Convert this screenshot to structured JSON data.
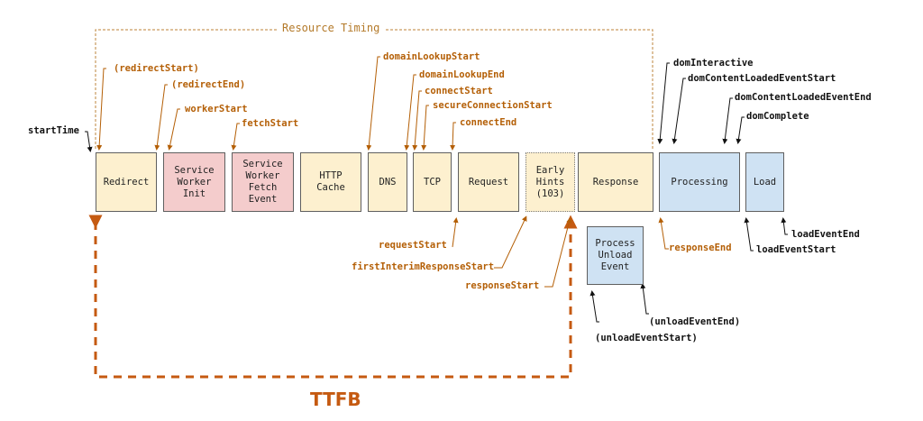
{
  "title": "Resource Timing",
  "ttfb_label": "TTFB",
  "colors": {
    "orange": "#b45f06",
    "ttfb_orange": "#c55a11",
    "resource_timing_border": "#c99a5e",
    "yellow_fill": "#fdf0cf",
    "pink_fill": "#f4cccc",
    "blue_fill": "#cfe2f3"
  },
  "boxes": [
    {
      "id": "redirect",
      "label": "Redirect",
      "color": "yellow"
    },
    {
      "id": "service-worker-init",
      "label": "Service\nWorker\nInit",
      "color": "pink"
    },
    {
      "id": "service-worker-fetch-event",
      "label": "Service\nWorker\nFetch\nEvent",
      "color": "pink"
    },
    {
      "id": "http-cache",
      "label": "HTTP\nCache",
      "color": "yellow"
    },
    {
      "id": "dns",
      "label": "DNS",
      "color": "yellow"
    },
    {
      "id": "tcp",
      "label": "TCP",
      "color": "yellow"
    },
    {
      "id": "request",
      "label": "Request",
      "color": "yellow"
    },
    {
      "id": "early-hints",
      "label": "Early\nHints\n(103)",
      "color": "yellow",
      "style": "dotted"
    },
    {
      "id": "response",
      "label": "Response",
      "color": "yellow"
    },
    {
      "id": "processing",
      "label": "Processing",
      "color": "blue"
    },
    {
      "id": "load",
      "label": "Load",
      "color": "blue"
    },
    {
      "id": "process-unload-event",
      "label": "Process\nUnload\nEvent",
      "color": "blue"
    }
  ],
  "markers": {
    "startTime": "startTime",
    "redirectStart": "(redirectStart)",
    "redirectEnd": "(redirectEnd)",
    "workerStart": "workerStart",
    "fetchStart": "fetchStart",
    "domainLookupStart": "domainLookupStart",
    "domainLookupEnd": "domainLookupEnd",
    "connectStart": "connectStart",
    "secureConnectionStart": "secureConnectionStart",
    "connectEnd": "connectEnd",
    "requestStart": "requestStart",
    "firstInterimResponseStart": "firstInterimResponseStart",
    "responseStart": "responseStart",
    "responseEnd": "responseEnd",
    "domInteractive": "domInteractive",
    "domContentLoadedEventStart": "domContentLoadedEventStart",
    "domContentLoadedEventEnd": "domContentLoadedEventEnd",
    "domComplete": "domComplete",
    "loadEventStart": "loadEventStart",
    "loadEventEnd": "loadEventEnd",
    "unloadEventStart": "(unloadEventStart)",
    "unloadEventEnd": "(unloadEventEnd)"
  }
}
